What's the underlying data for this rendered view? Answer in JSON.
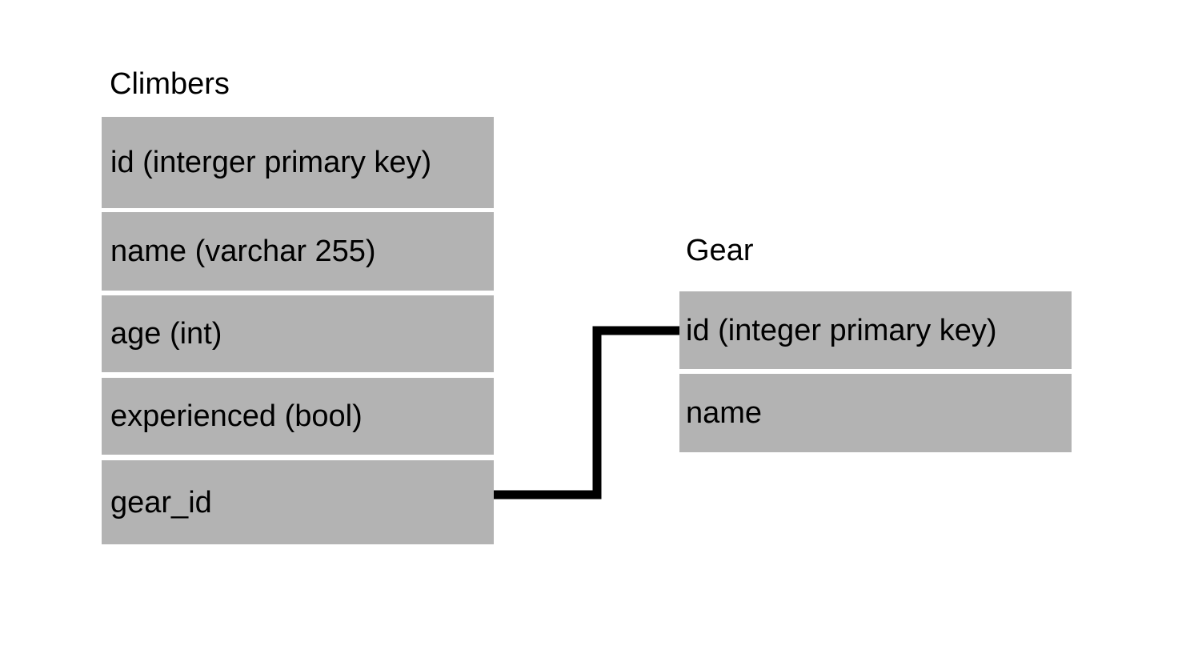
{
  "tables": {
    "climbers": {
      "title": "Climbers",
      "fields": [
        "id (interger primary key)",
        "name (varchar 255)",
        "age (int)",
        "experienced (bool)",
        "gear_id"
      ]
    },
    "gear": {
      "title": "Gear",
      "fields": [
        "id (integer primary key)",
        "name"
      ]
    }
  },
  "colors": {
    "row_fill": "#b3b3b3",
    "connector": "#000000",
    "background": "#ffffff"
  }
}
